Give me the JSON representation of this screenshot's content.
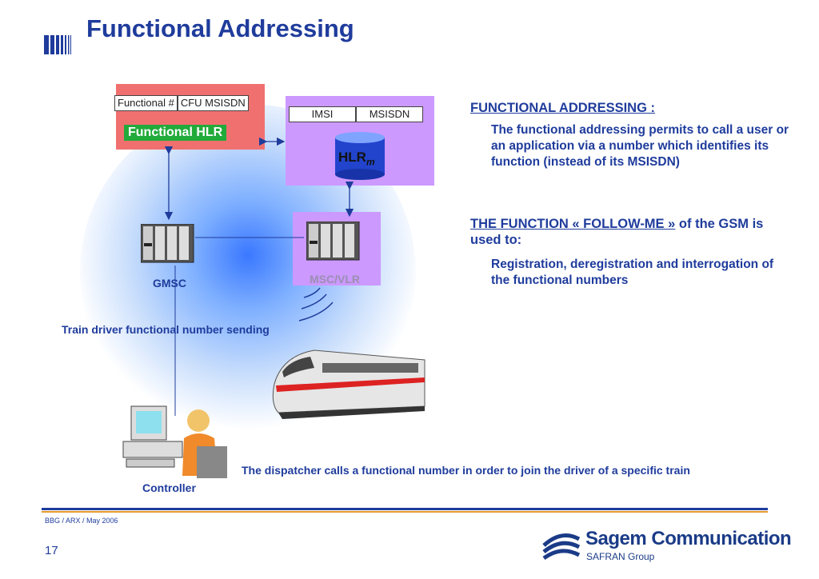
{
  "slide": {
    "title": "Functional Addressing",
    "page_number": "17",
    "footnote": "BBG / ARX / May 2006"
  },
  "diagram": {
    "functional_hlr": {
      "header_cells": [
        "Functional #",
        "CFU MSISDN"
      ],
      "label": "Functional HLR"
    },
    "hlr_m": {
      "header_cells": [
        "IMSI",
        "MSISDN"
      ],
      "label": "HLR",
      "subscript": "m"
    },
    "gmsc_label": "GMSC",
    "msc_vlr_label": "MSC/VLR",
    "train_driver_caption": "Train driver functional number sending",
    "dispatcher_caption": "The dispatcher calls a functional number in order to join the driver of a specific train",
    "controller_label": "Controller"
  },
  "right_panel": {
    "heading1": "FUNCTIONAL ADDRESSING :",
    "para1": "The functional addressing permits to call a user or an application via a number which identifies its function (instead of its MSISDN)",
    "heading2_underlined": "THE FUNCTION « FOLLOW-ME »",
    "heading2_rest": " of the GSM is used to:",
    "para2": "Registration, deregistration and interrogation of the functional numbers"
  },
  "logo": {
    "name": "Sagem Communication",
    "subtitle": "SAFRAN Group"
  },
  "colors": {
    "title_blue": "#1f3c9c",
    "functional_hlr_red": "#f07070",
    "functional_hlr_green": "#22aa3a",
    "hlr_purple": "#cc99ff",
    "footer_orange": "#e69a2a"
  }
}
